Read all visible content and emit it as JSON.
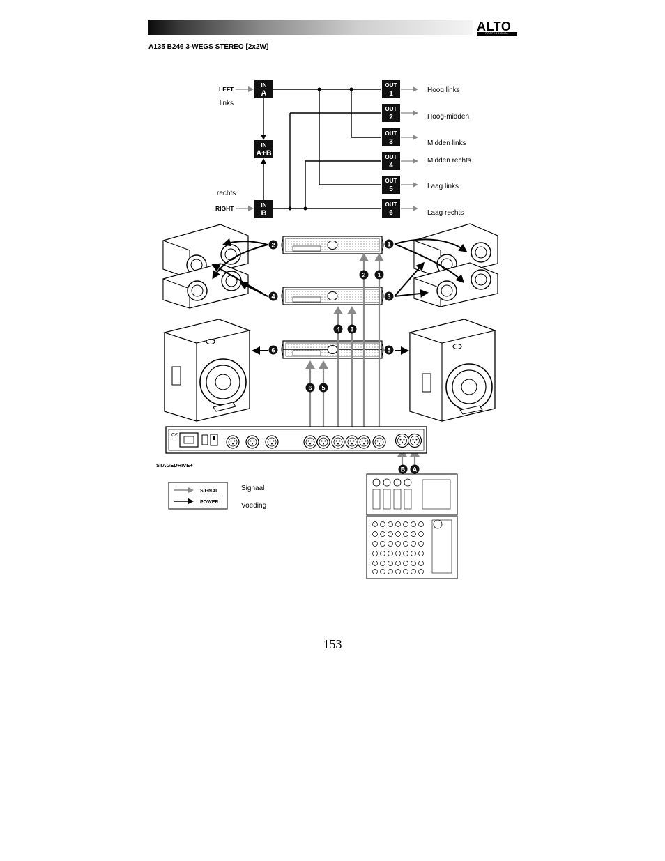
{
  "header": {
    "brand": "ALTO",
    "brand_sub": "PROFESSIONAL",
    "title": "A135 B246 3-WEGS STEREO [2x2W]"
  },
  "routing": {
    "inputs": [
      {
        "tag": "LEFT",
        "line1": "IN",
        "line2": "A",
        "label": "links"
      },
      {
        "line1": "IN",
        "line2": "A+B"
      },
      {
        "tag": "RIGHT",
        "line1": "IN",
        "line2": "B",
        "label": "rechts"
      }
    ],
    "outputs": [
      {
        "line1": "OUT",
        "line2": "1",
        "label": "Hoog links"
      },
      {
        "line1": "OUT",
        "line2": "2",
        "label": "Hoog-midden"
      },
      {
        "line1": "OUT",
        "line2": "3",
        "label": "Midden links"
      },
      {
        "line1": "OUT",
        "line2": "4",
        "label": "Midden rechts"
      },
      {
        "line1": "OUT",
        "line2": "5",
        "label": "Laag links"
      },
      {
        "line1": "OUT",
        "line2": "6",
        "label": "Laag rechts"
      }
    ]
  },
  "system": {
    "processor_label": "STAGEDRIVE+",
    "amp_badges": [
      "2",
      "1",
      "4",
      "3",
      "6",
      "5"
    ],
    "cable_badges": [
      "2",
      "1",
      "4",
      "3",
      "6",
      "5"
    ],
    "mixer_badges": [
      "B",
      "A"
    ]
  },
  "legend": {
    "signal_tag": "SIGNAL",
    "power_tag": "POWER",
    "signal_label": "Signaal",
    "power_label": "Voeding"
  },
  "page_number": "153"
}
